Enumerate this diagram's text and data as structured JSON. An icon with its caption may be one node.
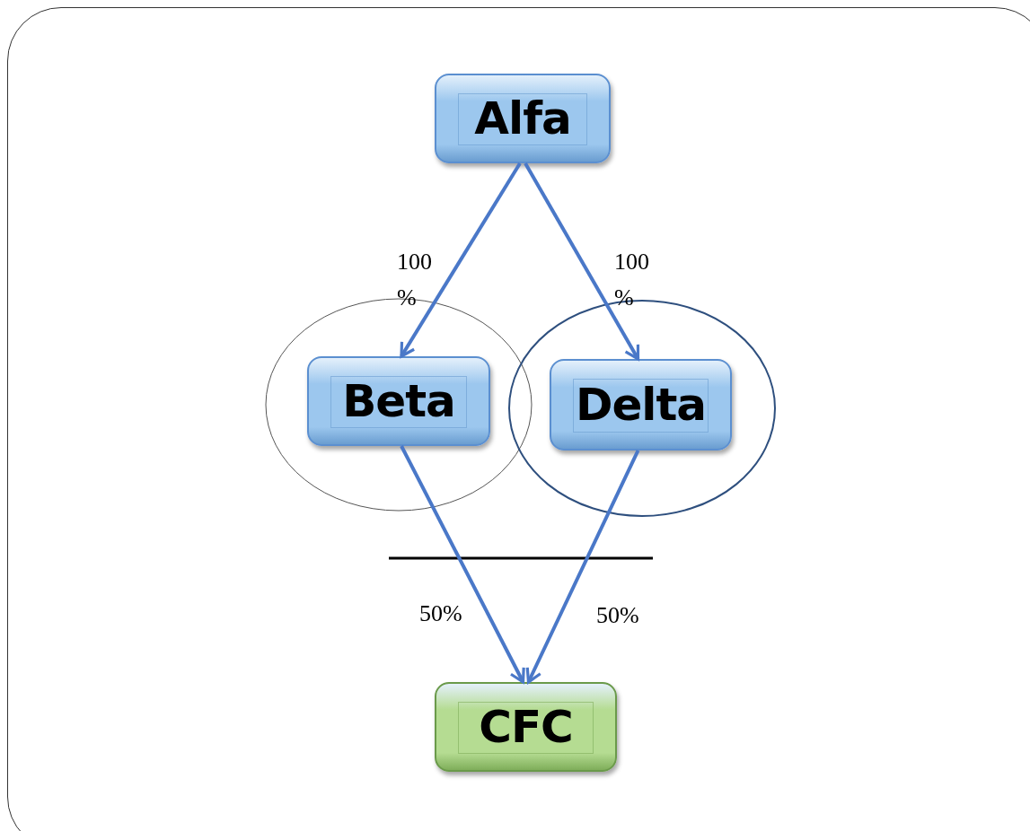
{
  "diagram": {
    "nodes": [
      {
        "text": [
          "Alfa"
        ]
      },
      {
        "text": [],
        "shape": "circle"
      },
      {
        "text": [
          "Beta"
        ],
        "in": 1
      },
      {
        "text": [],
        "shape": "circle"
      },
      {
        "text": [
          "Delta"
        ],
        "in": 3
      },
      {
        "text": [
          "CFC"
        ]
      }
    ],
    "edges": [
      {
        "from": 0,
        "to": 2,
        "arrow": "to",
        "label": "100 %"
      },
      {
        "from": 0,
        "to": 4,
        "arrow": "to",
        "label": "100 %"
      },
      {
        "from": 2,
        "to": 5,
        "arrow": "to",
        "label": "50%"
      },
      {
        "from": 4,
        "to": 5,
        "arrow": "to",
        "label": "50%"
      }
    ]
  }
}
